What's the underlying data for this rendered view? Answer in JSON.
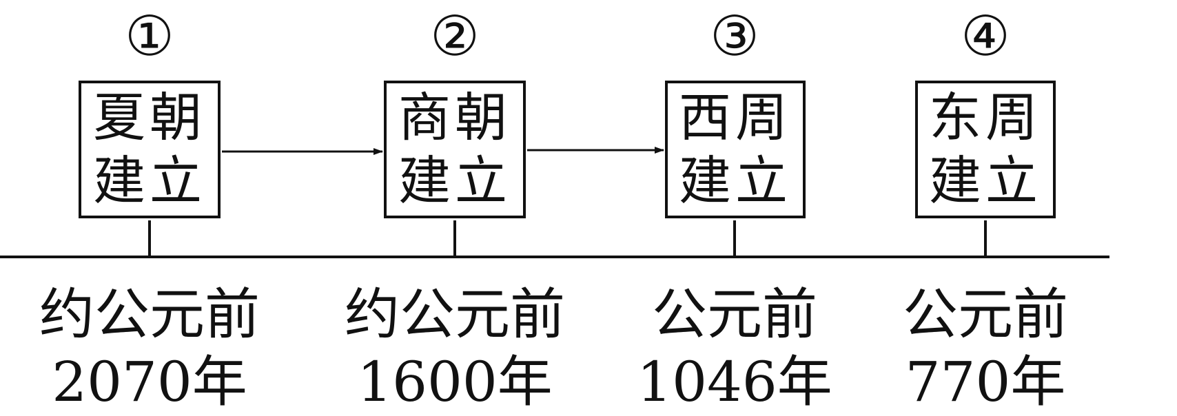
{
  "events": [
    {
      "number": "①",
      "name_line1": "夏朝",
      "name_line2": "建立",
      "date_line1": "约公元前",
      "date_line2": "2070年"
    },
    {
      "number": "②",
      "name_line1": "商朝",
      "name_line2": "建立",
      "date_line1": "约公元前",
      "date_line2": "1600年"
    },
    {
      "number": "③",
      "name_line1": "西周",
      "name_line2": "建立",
      "date_line1": "公元前",
      "date_line2": "1046年"
    },
    {
      "number": "④",
      "name_line1": "东周",
      "name_line2": "建立",
      "date_line1": "公元前",
      "date_line2": "770年"
    }
  ]
}
